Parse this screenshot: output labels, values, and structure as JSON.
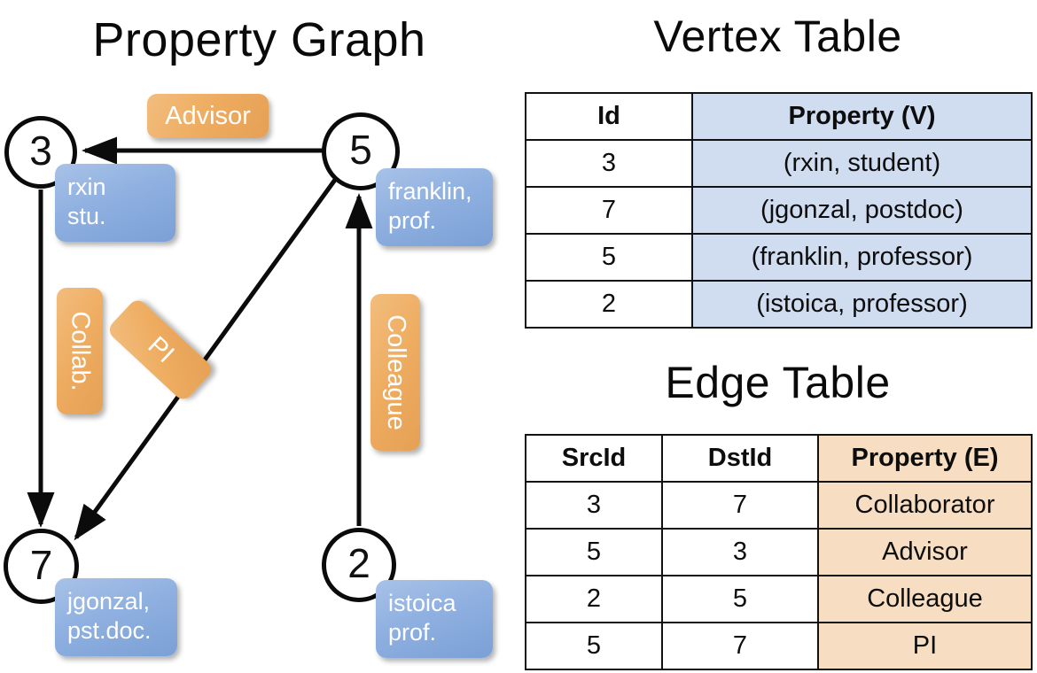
{
  "titles": {
    "property_graph": "Property Graph",
    "vertex_table": "Vertex Table",
    "edge_table": "Edge Table"
  },
  "graph": {
    "vertices": [
      {
        "id": "3",
        "property": "rxin\nstu."
      },
      {
        "id": "5",
        "property": "franklin,\nprof."
      },
      {
        "id": "7",
        "property": "jgonzal,\npst.doc."
      },
      {
        "id": "2",
        "property": "istoica\nprof."
      }
    ],
    "vertex_labels": {
      "v3": "3",
      "v5": "5",
      "v7": "7",
      "v2": "2"
    },
    "property_boxes": {
      "rxin_line1": "rxin",
      "rxin_line2": "stu.",
      "franklin_line1": "franklin,",
      "franklin_line2": "prof.",
      "jgonzal_line1": "jgonzal,",
      "jgonzal_line2": "pst.doc.",
      "istoica_line1": "istoica",
      "istoica_line2": "prof."
    },
    "edge_labels": {
      "advisor": "Advisor",
      "collab": "Collab.",
      "pi": "PI",
      "colleague": "Colleague"
    },
    "edges": [
      {
        "src": "5",
        "dst": "3",
        "label": "Advisor"
      },
      {
        "src": "3",
        "dst": "7",
        "label": "Collab."
      },
      {
        "src": "5",
        "dst": "7",
        "label": "PI"
      },
      {
        "src": "2",
        "dst": "5",
        "label": "Colleague"
      }
    ]
  },
  "vertex_table": {
    "headers": [
      "Id",
      "Property (V)"
    ],
    "rows": [
      {
        "id": "3",
        "property": "(rxin, student)"
      },
      {
        "id": "7",
        "property": "(jgonzal, postdoc)"
      },
      {
        "id": "5",
        "property": "(franklin, professor)"
      },
      {
        "id": "2",
        "property": "(istoica, professor)"
      }
    ]
  },
  "edge_table": {
    "headers": [
      "SrcId",
      "DstId",
      "Property (E)"
    ],
    "rows": [
      {
        "src": "3",
        "dst": "7",
        "property": "Collaborator"
      },
      {
        "src": "5",
        "dst": "3",
        "property": "Advisor"
      },
      {
        "src": "2",
        "dst": "5",
        "property": "Colleague"
      },
      {
        "src": "5",
        "dst": "7",
        "property": "PI"
      }
    ]
  },
  "colors": {
    "vertex_property_fill": "#8fb0e0",
    "edge_label_fill": "#eeac60",
    "vertex_table_property_bg": "#d0dcf0",
    "edge_table_property_bg": "#f7ddc2",
    "stroke": "#0b0b0b"
  }
}
